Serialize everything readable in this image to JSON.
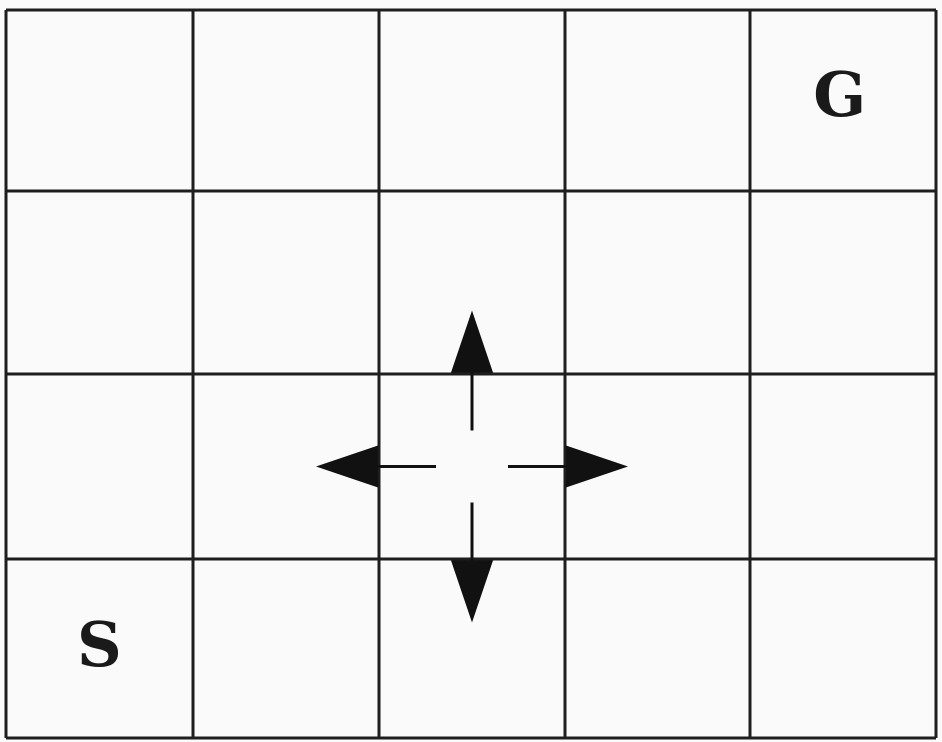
{
  "grid": {
    "rows": 4,
    "cols": 5,
    "line_color": "#1e1e1e",
    "background": "#fafafa"
  },
  "labels": {
    "start": {
      "text": "S",
      "row": 3,
      "col": 0
    },
    "goal": {
      "text": "G",
      "row": 0,
      "col": 4
    }
  },
  "actions": {
    "center_cell": {
      "row": 2,
      "col": 2
    },
    "directions": [
      "up",
      "down",
      "left",
      "right"
    ],
    "arrow_color": "#111111"
  }
}
